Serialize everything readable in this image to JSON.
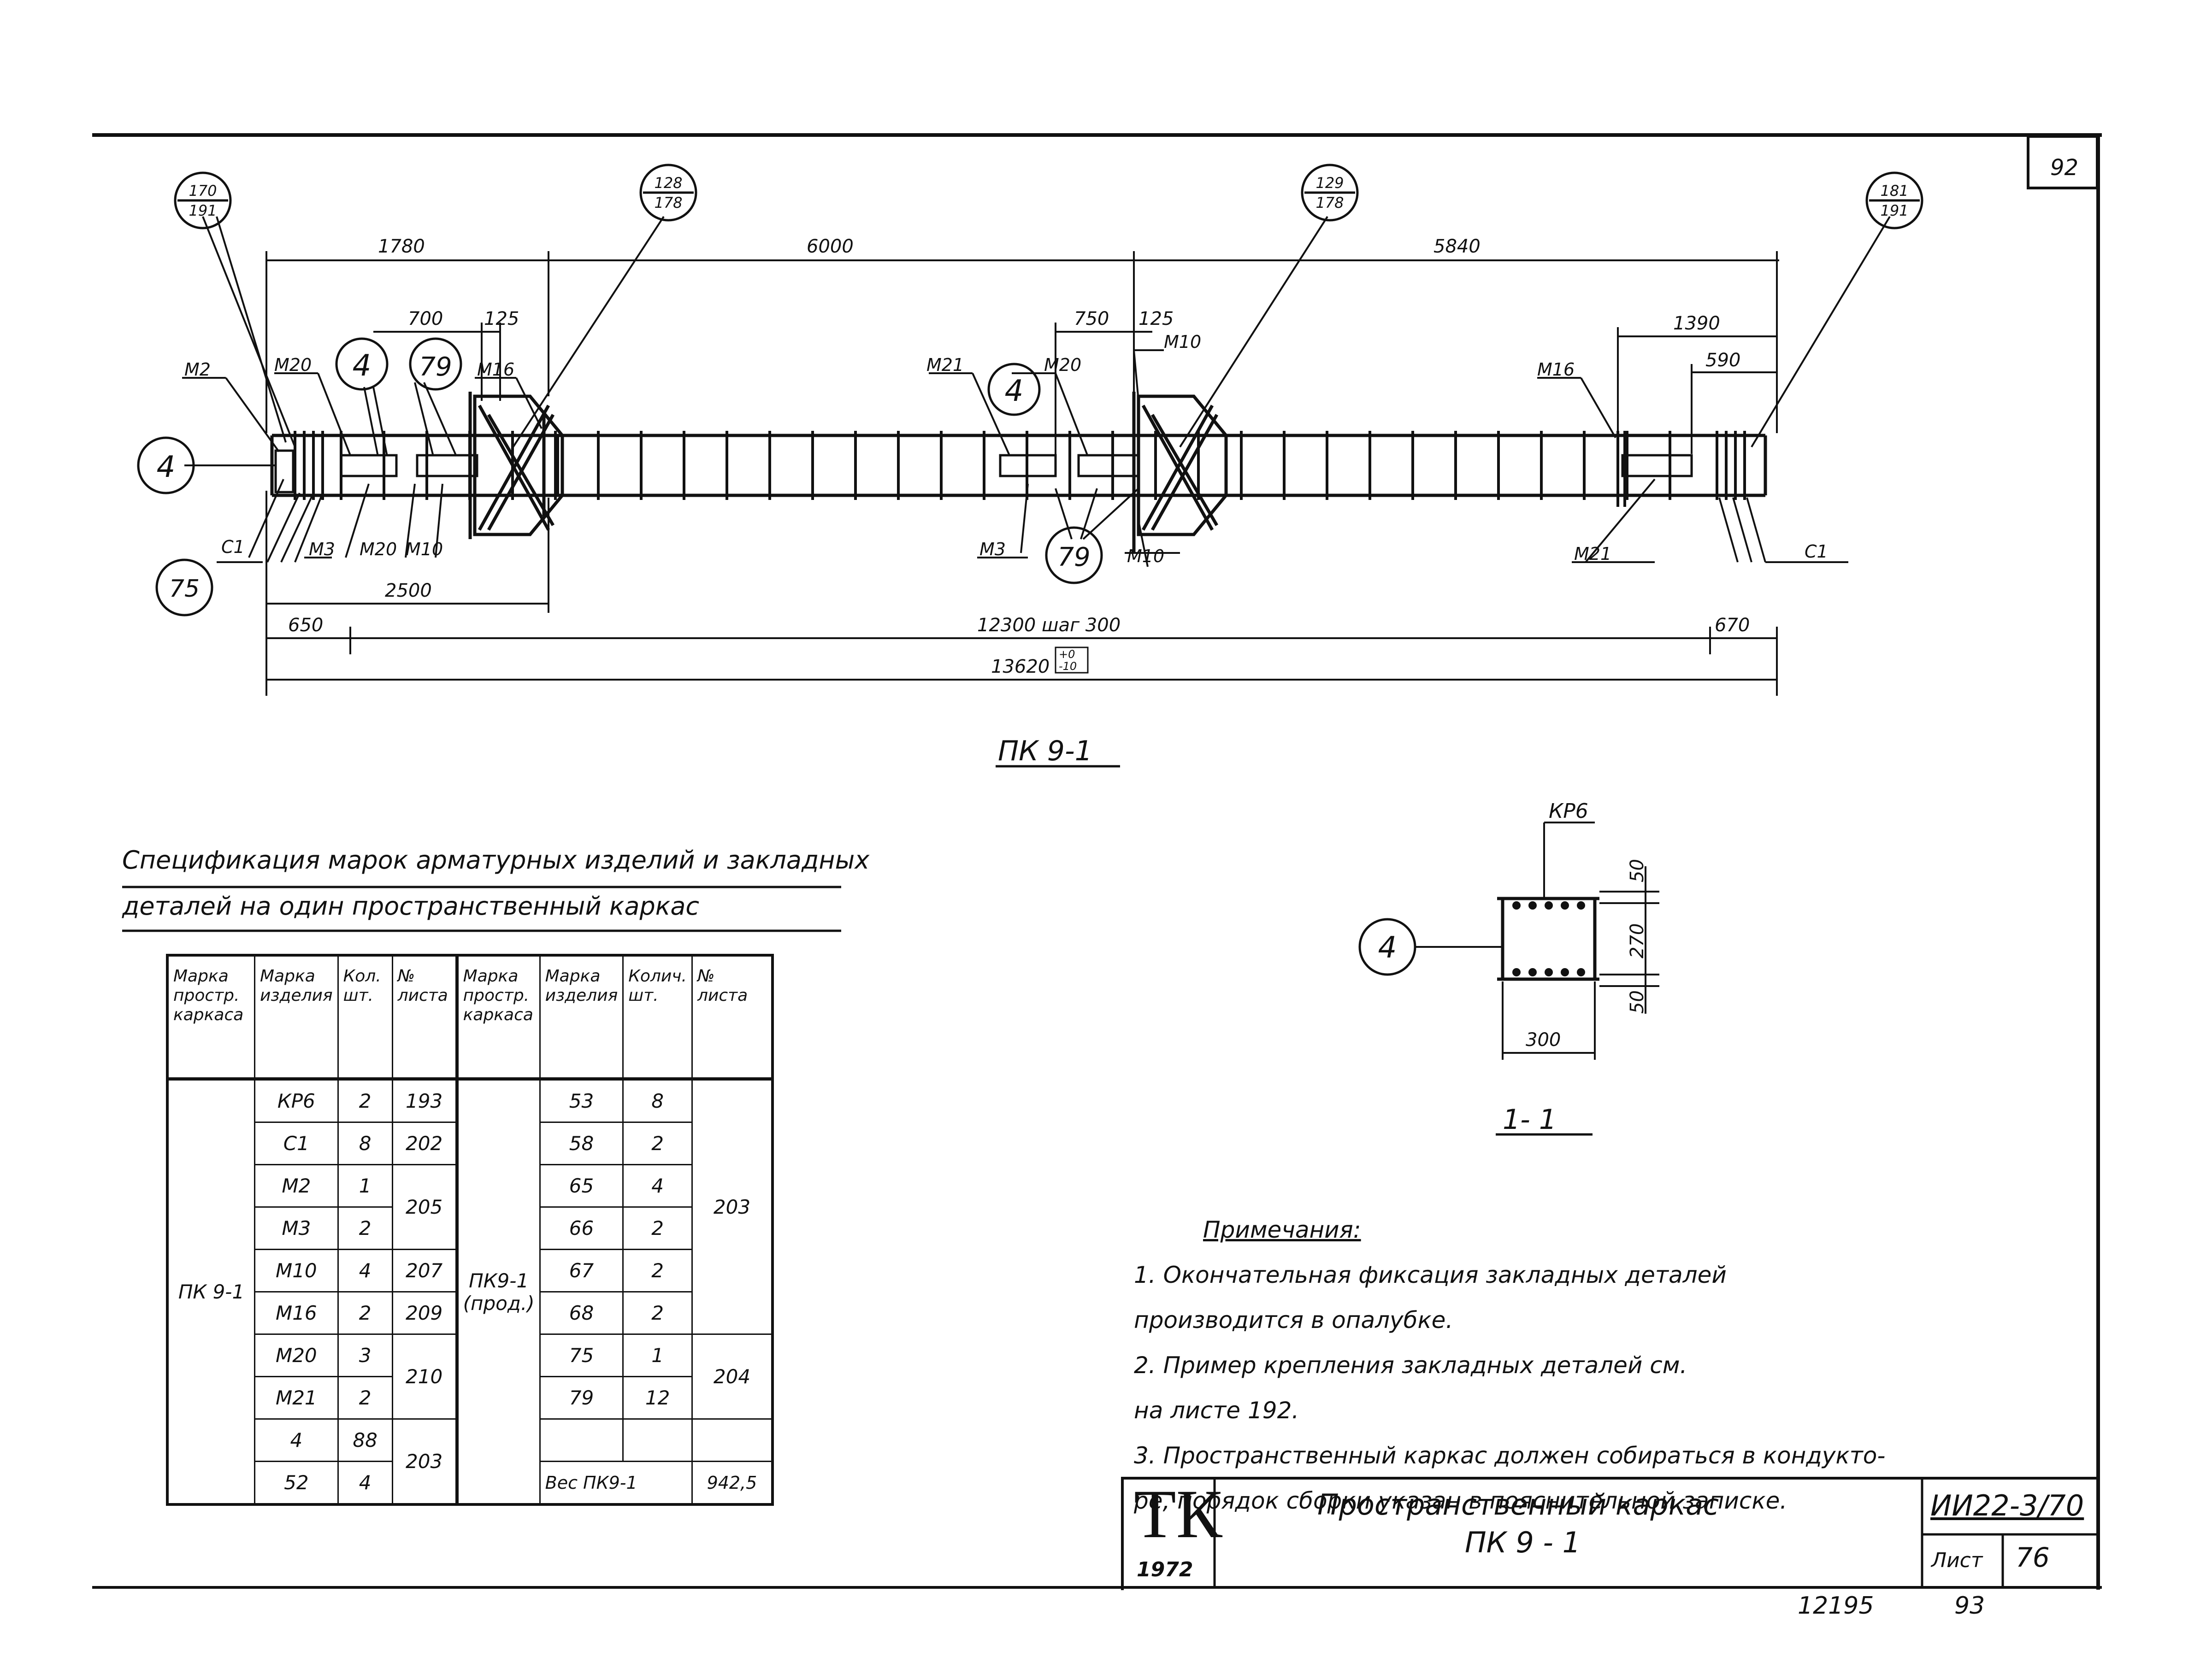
{
  "sheet_corner_number": "92",
  "drawing": {
    "bubbles": {
      "b1": {
        "top": "170",
        "bottom": "191"
      },
      "b2": {
        "top": "128",
        "bottom": "178"
      },
      "b3": {
        "top": "129",
        "bottom": "178"
      },
      "b4": {
        "top": "181",
        "bottom": "191"
      }
    },
    "dims": {
      "d1780": "1780",
      "d6000": "6000",
      "d5840": "5840",
      "d700": "700",
      "d125a": "125",
      "d750": "750",
      "d125b": "125",
      "d1390": "1390",
      "d590": "590",
      "d2500": "2500",
      "d650": "650",
      "d12300": "12300  шаг 300",
      "d670": "670",
      "d13620": "13620",
      "tol_top": "+0",
      "tol_bottom": "-10"
    },
    "marks": {
      "m2": "M2",
      "m20a": "M20",
      "m16a": "M16",
      "m21a": "M21",
      "m20b": "M20",
      "m10a": "M10",
      "m16b": "M16",
      "c1a": "C1",
      "m3a": "M3",
      "m20c": "M20",
      "m10b": "M10",
      "m3b": "M3",
      "m10c": "M10",
      "m21b": "M21",
      "c1b": "C1"
    },
    "circles": {
      "c4a": "4",
      "c4b": "4",
      "c79a": "79",
      "c4c": "4",
      "c75": "75",
      "c79b": "79"
    },
    "title": "ПК 9-1"
  },
  "section": {
    "mark": "КР6",
    "circle": "4",
    "dims": {
      "top": "50",
      "mid": "270",
      "bottom": "50",
      "width": "300"
    },
    "title": "1- 1"
  },
  "spec": {
    "title_line1": "Спецификация марок арматурных изделий и закладных",
    "title_line2": "деталей на один пространственный  каркас",
    "headers": [
      "Марка простр. каркаса",
      "Марка изделия",
      "Кол. шт.",
      "№ листа",
      "Марка простр. каркаса",
      "Марка изделия",
      "Колич. шт.",
      "№ листа"
    ],
    "left_frame": "ПК 9-1",
    "left_rows": [
      {
        "mark": "КР6",
        "qty": "2",
        "sheet": "193"
      },
      {
        "mark": "С1",
        "qty": "8",
        "sheet": "202"
      },
      {
        "mark": "М2",
        "qty": "1",
        "sheet": "205"
      },
      {
        "mark": "М3",
        "qty": "2",
        "sheet": ""
      },
      {
        "mark": "М10",
        "qty": "4",
        "sheet": "207"
      },
      {
        "mark": "М16",
        "qty": "2",
        "sheet": "209"
      },
      {
        "mark": "М20",
        "qty": "3",
        "sheet": "210"
      },
      {
        "mark": "М21",
        "qty": "2",
        "sheet": ""
      },
      {
        "mark": "4",
        "qty": "88",
        "sheet": "203"
      },
      {
        "mark": "52",
        "qty": "4",
        "sheet": ""
      }
    ],
    "right_frame_line1": "ПК9-1",
    "right_frame_line2": "(прод.)",
    "right_rows": [
      {
        "mark": "53",
        "qty": "8"
      },
      {
        "mark": "58",
        "qty": "2"
      },
      {
        "mark": "65",
        "qty": "4"
      },
      {
        "mark": "66",
        "qty": "2"
      },
      {
        "mark": "67",
        "qty": "2"
      },
      {
        "mark": "68",
        "qty": "2"
      },
      {
        "mark": "75",
        "qty": "1"
      },
      {
        "mark": "79",
        "qty": "12"
      },
      {
        "mark": "",
        "qty": ""
      }
    ],
    "right_sheet_a": "203",
    "right_sheet_b": "204",
    "weight_label": "Вес ПК9-1",
    "weight_value": "942,5"
  },
  "notes": {
    "title": "Примечания:",
    "items": [
      "1.  Окончательная фиксация закладных деталей",
      "     производится в опалубке.",
      "2.  Пример крепления закладных  деталей   см.",
      "     на листе 192.",
      "  3. Пространственный каркас должен собираться в кондукто-",
      "     ре, порядок сборки указан в пояснительной записке."
    ]
  },
  "stamp": {
    "logo": "ТК",
    "year": "1972",
    "title1": "Пространственный каркас",
    "title2": "ПК 9 - 1",
    "code": "ИИ22-3/70",
    "sheet_label": "Лист",
    "sheet_value": "76"
  },
  "footer": {
    "left": "12195",
    "right": "93"
  }
}
